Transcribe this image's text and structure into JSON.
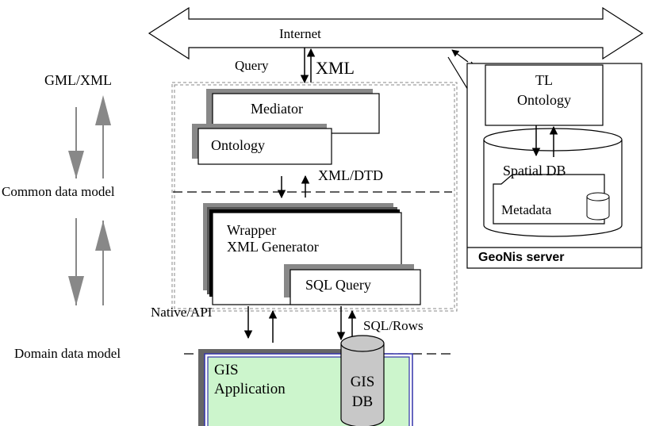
{
  "internet": {
    "label": "Internet"
  },
  "flows": {
    "query": "Query",
    "xml": "XML",
    "gml_xml": "GML/XML",
    "xml_dtd": "XML/DTD",
    "native_api": "Native/API",
    "sql_rows": "SQL/Rows"
  },
  "levels": {
    "common_data_model": "Common data model",
    "domain_data_model": "Domain data model"
  },
  "mediator": {
    "mediator_label": "Mediator",
    "ontology_label": "Ontology"
  },
  "wrapper": {
    "line1": "Wrapper",
    "line2": "XML Generator",
    "sql_query": "SQL Query"
  },
  "server": {
    "tl_line1": "TL",
    "tl_line2": "Ontology",
    "spatial_db": "Spatial DB",
    "metadata": "Metadata",
    "title": "GeoNis server"
  },
  "gis": {
    "app_line1": "GIS",
    "app_line2": "Application",
    "db_line1": "GIS",
    "db_line2": "DB"
  },
  "colors": {
    "shadow": "#888888",
    "gis_fill": "#ccf5cc",
    "gis_border": "#3333aa",
    "db_fill": "#c8c8c8",
    "dashed": "#888888"
  }
}
